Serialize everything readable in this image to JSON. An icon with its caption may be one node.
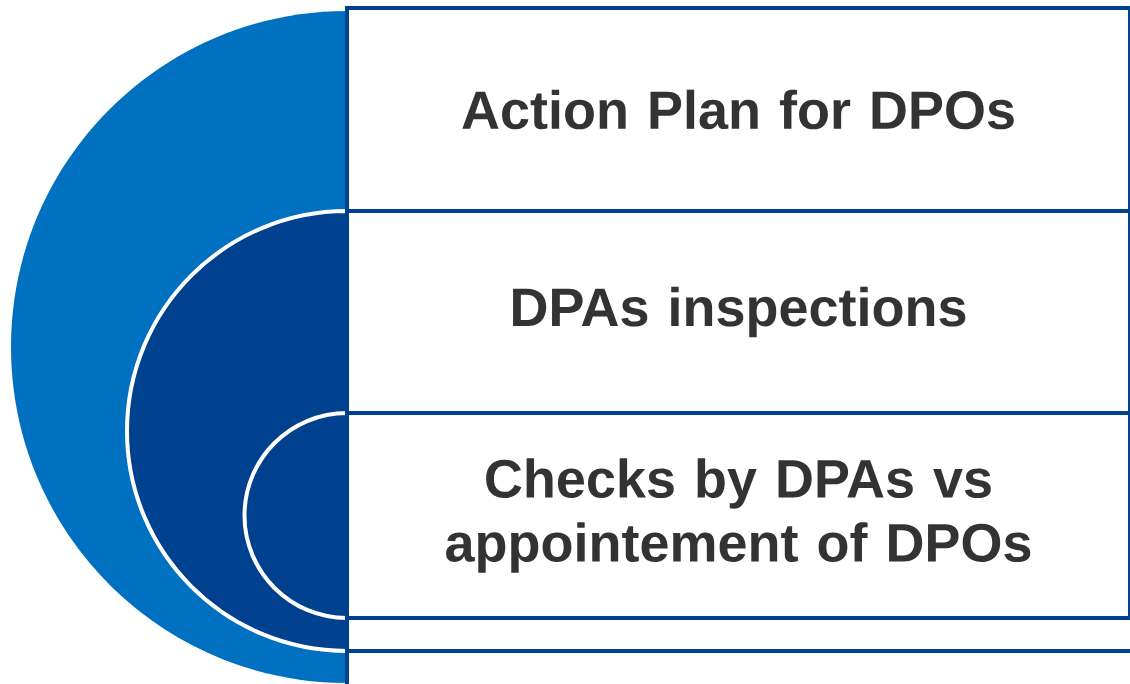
{
  "diagram": {
    "nodes": [
      {
        "text": [
          "Action Plan for DPOs"
        ]
      },
      {
        "text": [
          "DPAs inspections"
        ]
      },
      {
        "text": [
          "Checks by DPAs vs appointement of DPOs"
        ]
      }
    ]
  }
}
